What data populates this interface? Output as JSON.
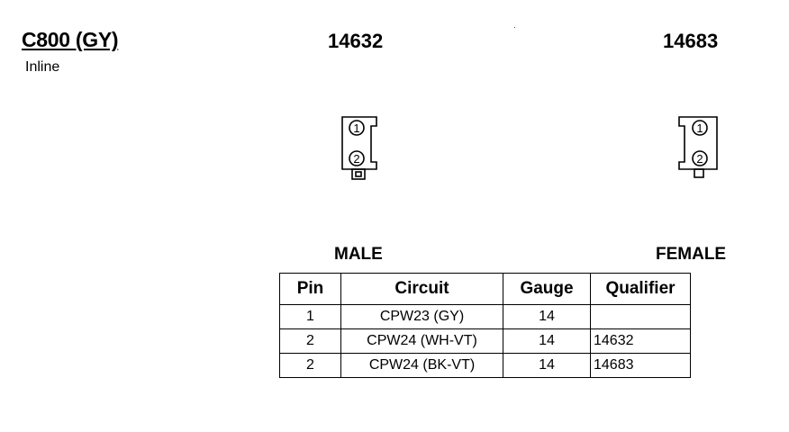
{
  "connector": {
    "id": "C800 (GY)",
    "type": "Inline"
  },
  "parts": {
    "left": "14632",
    "right": "14683"
  },
  "genders": {
    "male": "MALE",
    "female": "FEMALE"
  },
  "connector_pins": {
    "pin1": "1",
    "pin2": "2"
  },
  "table": {
    "headers": [
      "Pin",
      "Circuit",
      "Gauge",
      "Qualifier"
    ],
    "rows": [
      [
        "1",
        "CPW23 (GY)",
        "14",
        ""
      ],
      [
        "2",
        "CPW24 (WH-VT)",
        "14",
        "14632"
      ],
      [
        "2",
        "CPW24 (BK-VT)",
        "14",
        "14683"
      ]
    ]
  }
}
